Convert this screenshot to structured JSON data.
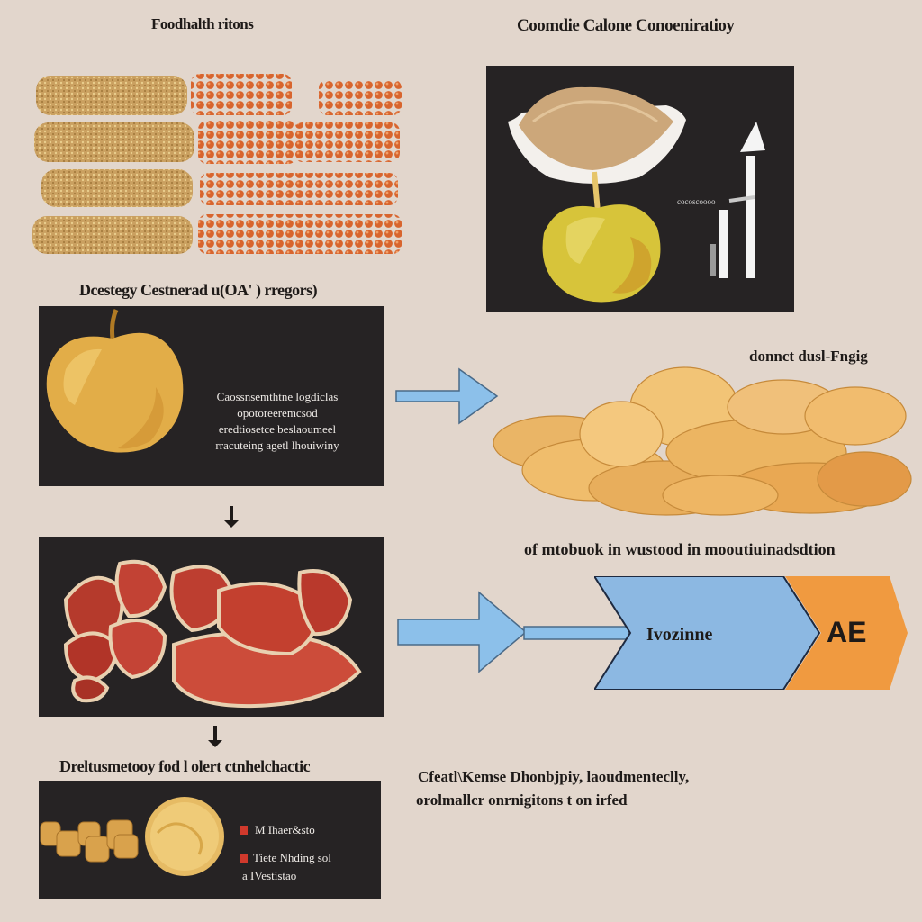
{
  "top_left": {
    "title": "Foodhalth ritons"
  },
  "top_right": {
    "title": "Coomdie Calone Conoeniratioy",
    "chart_label": "cocoscoooo"
  },
  "middle_left": {
    "title": "Dcestegy Cestnerad u(OA' ) rregors)",
    "panel_lines": [
      "Caossnsemthtne logdiclas",
      "opotoreeremcsod",
      "eredtiosetce beslaoumeel",
      "rracuteing agetl lhouiwiny"
    ]
  },
  "middle_right": {
    "label": "donnct dusl-Fngig"
  },
  "flow": {
    "label": "of mtobuok in wustood in mooutiuinadsdtion",
    "stage_1": "Ivozinne",
    "stage_2": "AE"
  },
  "bottom_left": {
    "title": "Dreltusmetooy fod l olert ctnhelchactic",
    "legend_1": "M Ihaer&sto",
    "legend_2": "Tiete Nhding sol",
    "legend_3": "a IVestistao"
  },
  "bottom_right": {
    "line_1": "Cfeatl\\Kemse Dhonbjpiy, laoudmenteclly,",
    "line_2": "orolmallcr onrnigitons t on irfed"
  },
  "colors": {
    "background": "#e2d6cc",
    "panel": "#262324",
    "flow_blue": "#8cb8e2",
    "flow_orange": "#f09a40",
    "arrow_blue": "#8cc0ea"
  }
}
